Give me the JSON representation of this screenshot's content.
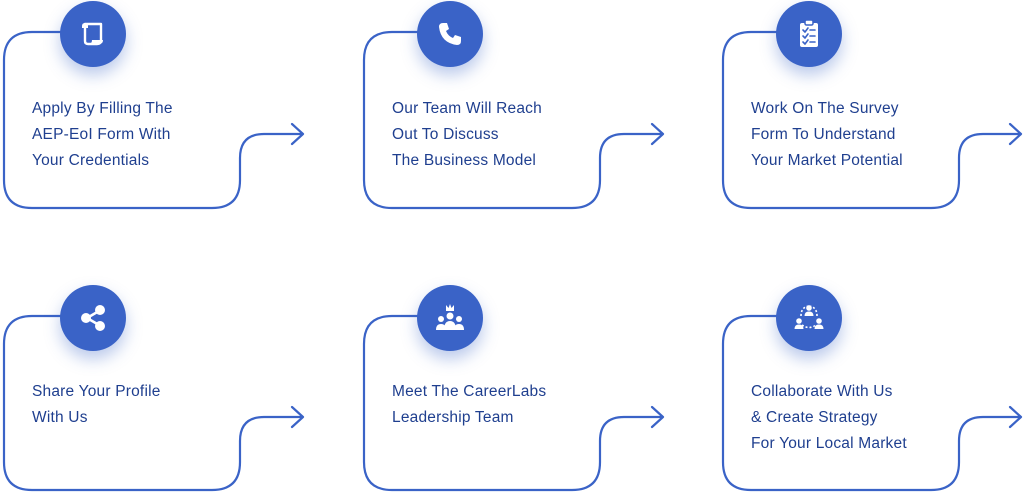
{
  "theme": {
    "accent": "#3a63c7",
    "text": "#1f3f8f",
    "background": "#ffffff"
  },
  "steps": [
    {
      "icon": "scroll-icon",
      "lines": [
        "Apply By Filling The",
        "AEP-EoI Form With",
        "Your Credentials"
      ]
    },
    {
      "icon": "phone-icon",
      "lines": [
        "Our Team Will Reach",
        "Out To Discuss",
        "The Business Model"
      ]
    },
    {
      "icon": "clipboard-checklist-icon",
      "lines": [
        "Work On The Survey",
        "Form To Understand",
        "Your Market Potential"
      ]
    },
    {
      "icon": "share-icon",
      "lines": [
        "Share Your Profile",
        "With Us"
      ]
    },
    {
      "icon": "crowned-team-icon",
      "lines": [
        "Meet The CareerLabs",
        "Leadership Team"
      ]
    },
    {
      "icon": "collaboration-icon",
      "lines": [
        "Collaborate With Us",
        "& Create Strategy",
        "For Your Local Market"
      ]
    }
  ]
}
